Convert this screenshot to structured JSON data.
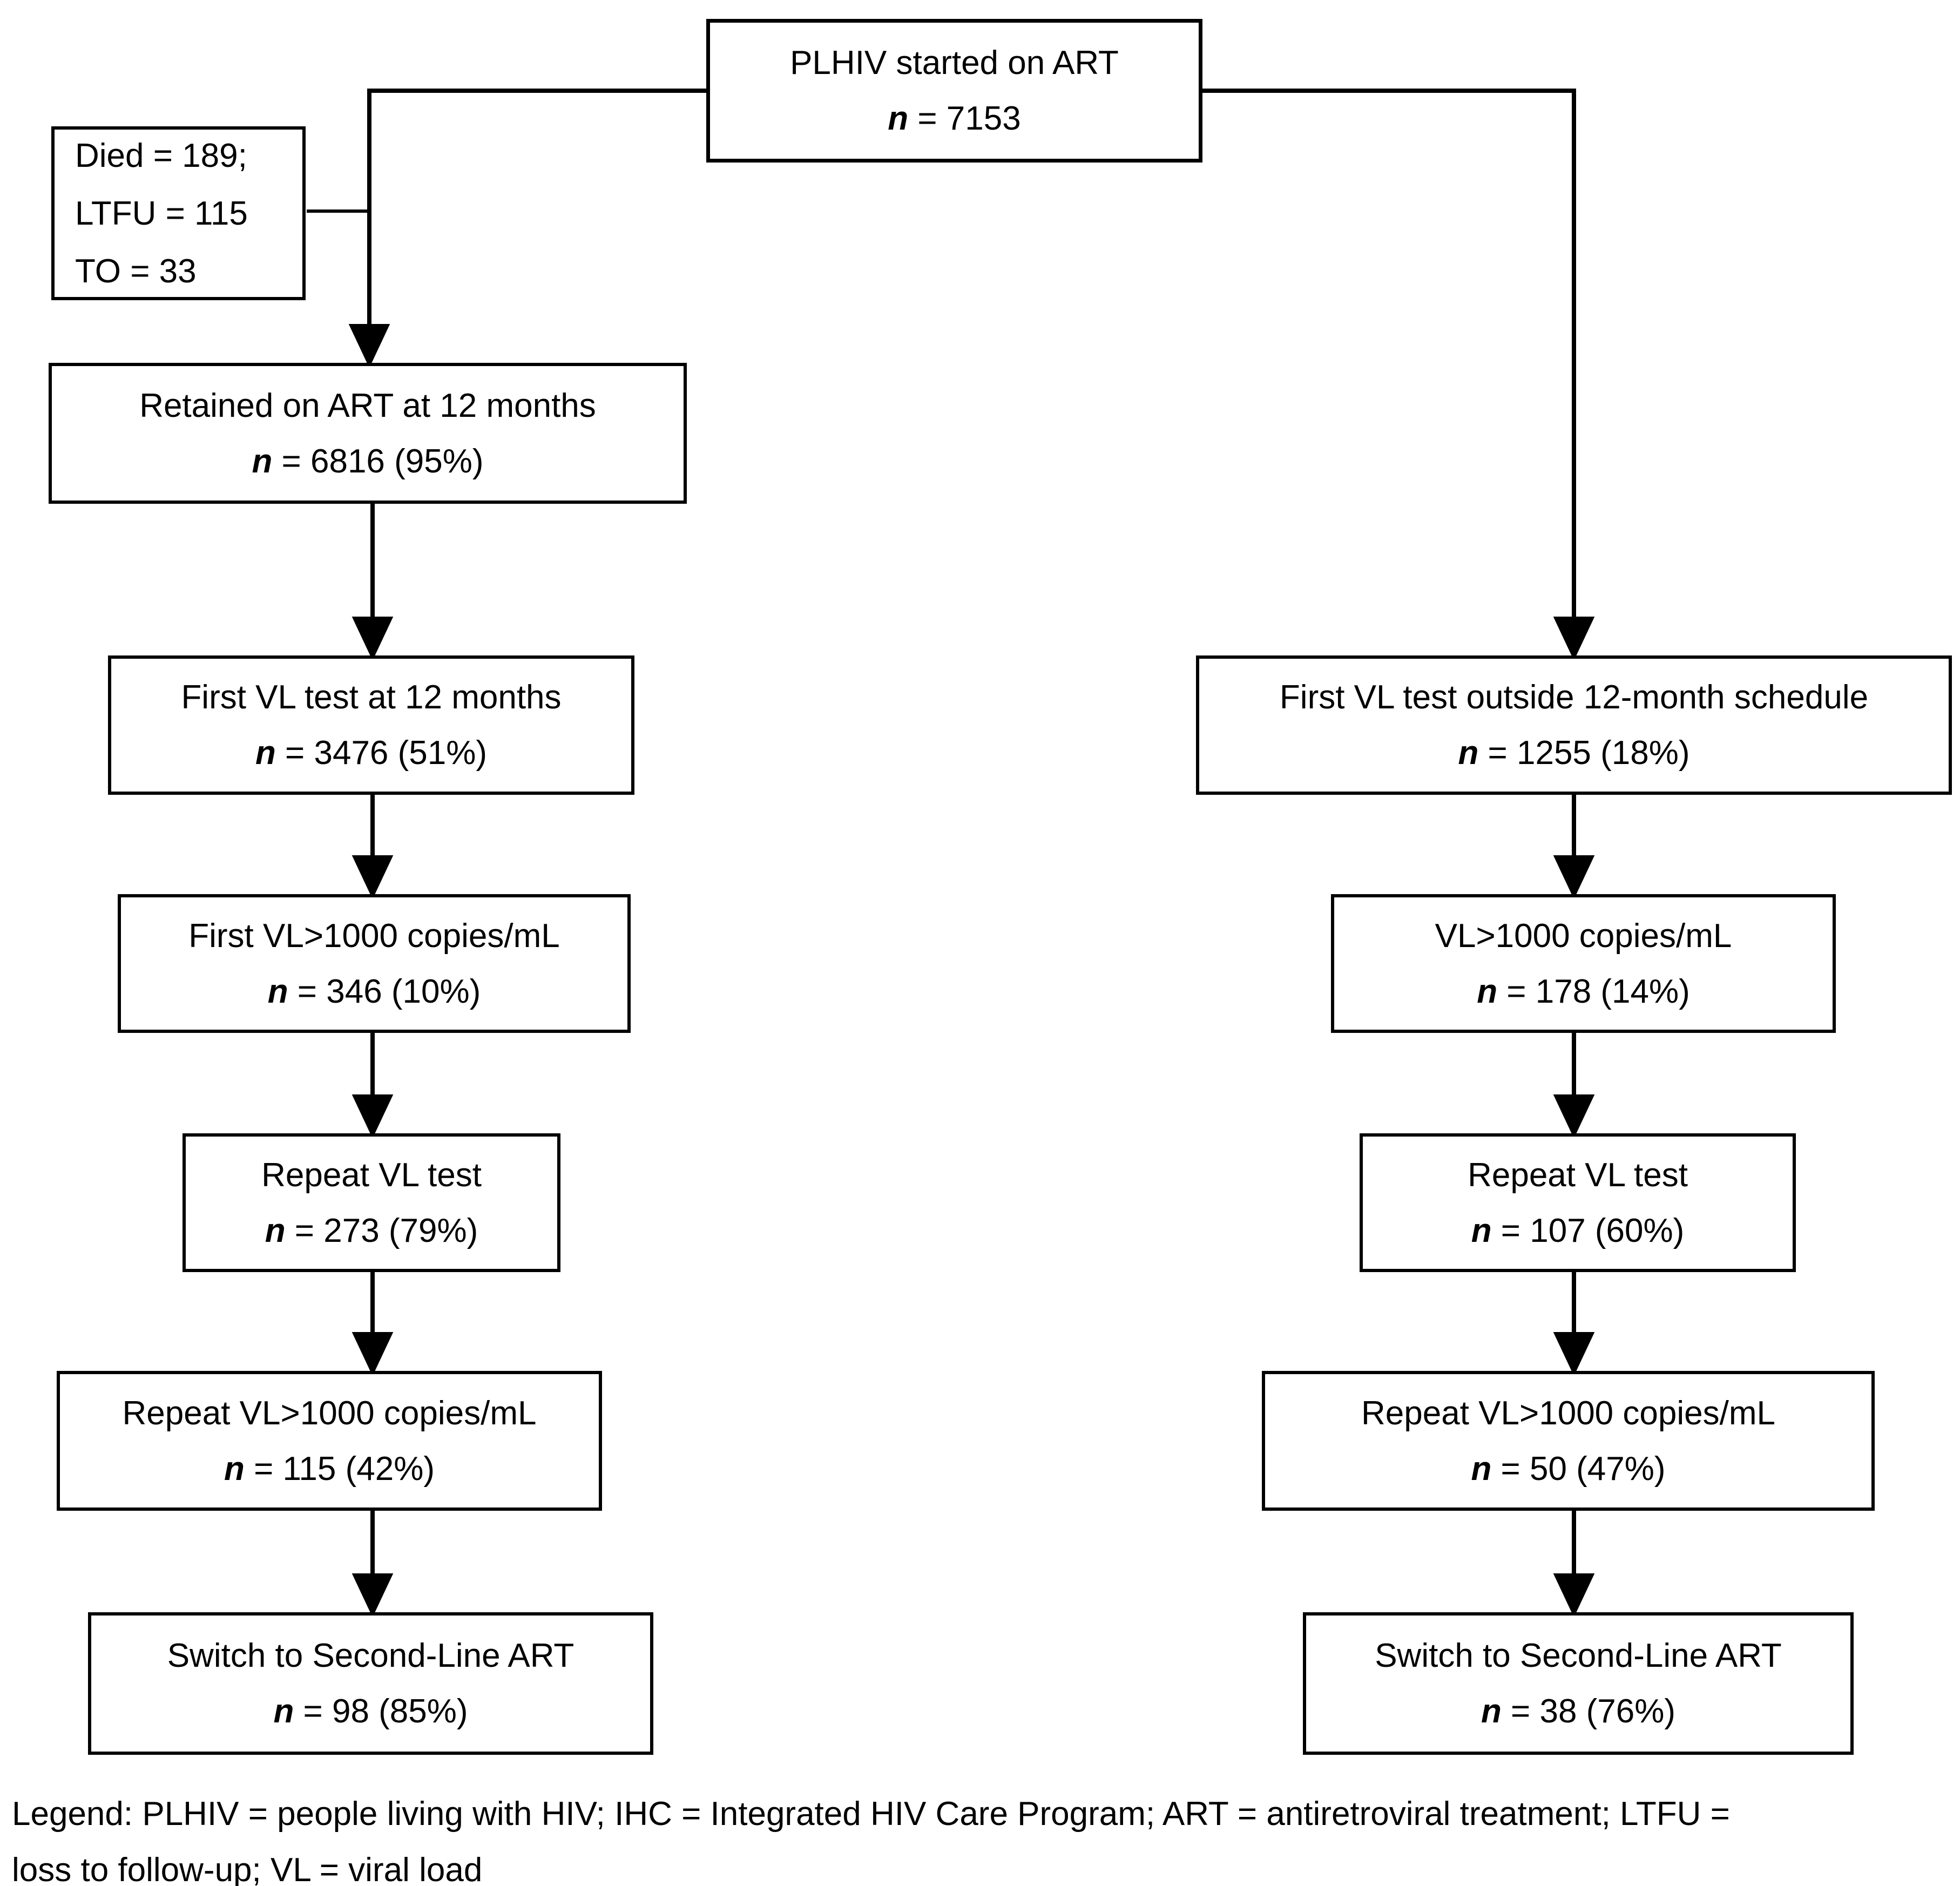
{
  "diagram": {
    "top_box": {
      "label": "PLHIV started on ART",
      "n": "n",
      "n_rest": " = 7153"
    },
    "exclusions": {
      "lines": [
        "Died = 189;",
        "LTFU = 115",
        "TO = 33"
      ]
    },
    "left_column": [
      {
        "label": "Retained on ART at 12 months",
        "n": "n",
        "n_rest": " = 6816 (95%)"
      },
      {
        "label": "First VL test at 12 months",
        "n": "n",
        "n_rest": " = 3476 (51%)"
      },
      {
        "label": "First VL>1000 copies/mL",
        "n": "n",
        "n_rest": " = 346 (10%)"
      },
      {
        "label": "Repeat VL test",
        "n": "n",
        "n_rest": " = 273 (79%)"
      },
      {
        "label": "Repeat VL>1000 copies/mL",
        "n": "n",
        "n_rest": " = 115 (42%)"
      },
      {
        "label": "Switch to Second-Line ART",
        "n": "n",
        "n_rest": " = 98 (85%)"
      }
    ],
    "right_column": [
      {
        "label": "First VL test outside 12-month schedule",
        "n": "n",
        "n_rest": " = 1255 (18%)"
      },
      {
        "label": "VL>1000 copies/mL",
        "n": "n",
        "n_rest": " = 178 (14%)"
      },
      {
        "label": "Repeat VL test",
        "n": "n",
        "n_rest": " = 107 (60%)"
      },
      {
        "label": "Repeat VL>1000 copies/mL",
        "n": "n",
        "n_rest": " = 50 (47%)"
      },
      {
        "label": "Switch to Second-Line ART",
        "n": "n",
        "n_rest": " = 38 (76%)"
      }
    ],
    "legend": {
      "line1": "Legend: PLHIV = people living with HIV; IHC = Integrated HIV Care Program; ART = antiretroviral treatment; LTFU =",
      "line2": "loss to follow-up; VL = viral load"
    },
    "colors": {
      "line": "#000000",
      "background": "#ffffff"
    }
  }
}
